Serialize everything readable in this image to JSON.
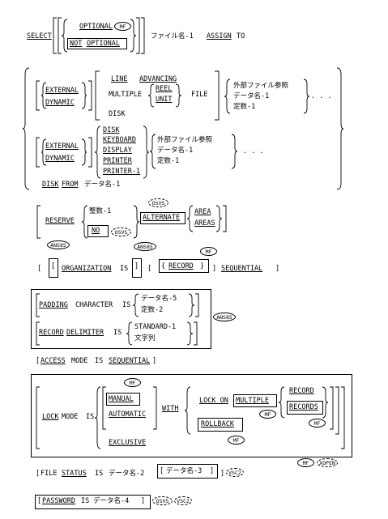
{
  "lines": {
    "select": "SELECT",
    "optional": "OPTIONAL",
    "not_optional_not": "NOT",
    "not_optional_opt": "OPTIONAL",
    "file_name_1": "ファイル名-1",
    "assign": "ASSIGN",
    "to": "TO",
    "external": "EXTERNAL",
    "dynamic": "DYNAMIC",
    "line": "LINE",
    "advancing": "ADVANCING",
    "multiple": "MULTIPLE",
    "reel": "REEL",
    "unit": "UNIT",
    "file": "FILE",
    "disk": "DISK",
    "ext_file_ref": "外部ファイル参照",
    "data_name_1": "データ名-1",
    "constant_1": "定数-1",
    "ellipsis": ". . .",
    "keyboard": "KEYBOARD",
    "display": "DISPLAY",
    "printer": "PRINTER",
    "printer_1": "PRINTER-1",
    "disk_from": "DISK",
    "from": "FROM",
    "data_name_1b": "データ名-1",
    "reserve": "RESERVE",
    "integer_1": "整数-1",
    "no": "NO",
    "alternate": "ALTERNATE",
    "area": "AREA",
    "areas": "AREAS",
    "organization": "ORGANIZATION",
    "is": "IS",
    "record": "RECORD",
    "sequential": "SEQUENTIAL",
    "padding": "PADDING",
    "character": "CHARACTER",
    "data_name_5": "データ名-5",
    "constant_2": "定数-2",
    "record_d": "RECORD",
    "delimiter": "DELIMITER",
    "standard_1": "STANDARD-1",
    "char_string": "文字列",
    "access": "ACCESS",
    "mode": "MODE",
    "sequential_a": "SEQUENTIAL",
    "lock": "LOCK",
    "manual": "MANUAL",
    "automatic": "AUTOMATIC",
    "exclusive": "EXCLUSIVE",
    "with": "WITH",
    "lock_on": "LOCK ON",
    "multiple_l": "MULTIPLE",
    "rollback": "ROLLBACK",
    "records": "RECORDS",
    "file_s": "FILE",
    "status": "STATUS",
    "data_name_2": "データ名-2",
    "data_name_3": "データ名-3",
    "password": "PASSWORD",
    "data_name_4": "データ名-4"
  },
  "tags": {
    "mf": "MF",
    "osvs": "OSVS",
    "ans85": "ANS85",
    "vsc2": "VSC2",
    "xopen": "XOPEN"
  }
}
